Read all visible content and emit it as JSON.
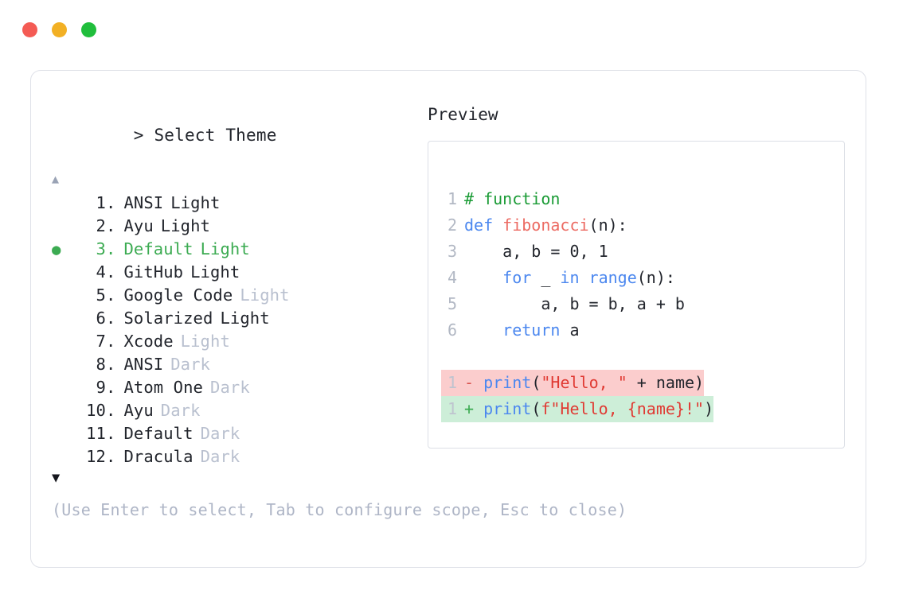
{
  "window": {
    "dots": [
      {
        "name": "close",
        "color": "#f45b54"
      },
      {
        "name": "minimize",
        "color": "#f2b024"
      },
      {
        "name": "maximize",
        "color": "#20be3c"
      }
    ]
  },
  "prompt": {
    "marker": ">",
    "title": "Select Theme"
  },
  "scroll": {
    "up": "▲",
    "down": "▼"
  },
  "selected_bullet": "●",
  "themes": [
    {
      "num": "1",
      "name": "ANSI",
      "variant": "Light",
      "variant_dim": false,
      "selected": false
    },
    {
      "num": "2",
      "name": "Ayu",
      "variant": "Light",
      "variant_dim": false,
      "selected": false
    },
    {
      "num": "3",
      "name": "Default",
      "variant": "Light",
      "variant_dim": false,
      "selected": true
    },
    {
      "num": "4",
      "name": "GitHub",
      "variant": "Light",
      "variant_dim": false,
      "selected": false
    },
    {
      "num": "5",
      "name": "Google Code",
      "variant": "Light",
      "variant_dim": true,
      "selected": false
    },
    {
      "num": "6",
      "name": "Solarized",
      "variant": "Light",
      "variant_dim": false,
      "selected": false
    },
    {
      "num": "7",
      "name": "Xcode",
      "variant": "Light",
      "variant_dim": true,
      "selected": false
    },
    {
      "num": "8",
      "name": "ANSI",
      "variant": "Dark",
      "variant_dim": true,
      "selected": false
    },
    {
      "num": "9",
      "name": "Atom One",
      "variant": "Dark",
      "variant_dim": true,
      "selected": false
    },
    {
      "num": "10",
      "name": "Ayu",
      "variant": "Dark",
      "variant_dim": true,
      "selected": false
    },
    {
      "num": "11",
      "name": "Default",
      "variant": "Dark",
      "variant_dim": true,
      "selected": false
    },
    {
      "num": "12",
      "name": "Dracula",
      "variant": "Dark",
      "variant_dim": true,
      "selected": false
    }
  ],
  "hint": "(Use Enter to select, Tab to configure scope, Esc to close)",
  "preview": {
    "label": "Preview",
    "code_lines": [
      {
        "ln": "1",
        "tokens": [
          {
            "t": "# function",
            "c": "comment"
          }
        ]
      },
      {
        "ln": "2",
        "tokens": [
          {
            "t": "def ",
            "c": "kw"
          },
          {
            "t": "fibonacci",
            "c": "fn"
          },
          {
            "t": "(n):",
            "c": "plain"
          }
        ]
      },
      {
        "ln": "3",
        "tokens": [
          {
            "t": "    a, b = 0, 1",
            "c": "plain"
          }
        ]
      },
      {
        "ln": "4",
        "tokens": [
          {
            "t": "    ",
            "c": "plain"
          },
          {
            "t": "for",
            "c": "kw"
          },
          {
            "t": " _ ",
            "c": "plain"
          },
          {
            "t": "in range",
            "c": "kw"
          },
          {
            "t": "(n):",
            "c": "plain"
          }
        ]
      },
      {
        "ln": "5",
        "tokens": [
          {
            "t": "        a, b = b, a + b",
            "c": "plain"
          }
        ]
      },
      {
        "ln": "6",
        "tokens": [
          {
            "t": "    ",
            "c": "plain"
          },
          {
            "t": "return",
            "c": "kw"
          },
          {
            "t": " a",
            "c": "plain"
          }
        ]
      }
    ],
    "diff_lines": [
      {
        "ln": "1",
        "kind": "del",
        "sign": "-",
        "tokens": [
          {
            "t": "print",
            "c": "kw"
          },
          {
            "t": "(",
            "c": "plain"
          },
          {
            "t": "\"Hello, \"",
            "c": "str"
          },
          {
            "t": " + name)",
            "c": "plain"
          }
        ]
      },
      {
        "ln": "1",
        "kind": "add",
        "sign": "+",
        "tokens": [
          {
            "t": "print",
            "c": "kw"
          },
          {
            "t": "(",
            "c": "plain"
          },
          {
            "t": "f\"Hello, {name}!\"",
            "c": "str"
          },
          {
            "t": ")",
            "c": "plain"
          }
        ]
      }
    ]
  },
  "colors": {
    "accent_green": "#3cab52",
    "dim_text": "#b9c0cf",
    "hint_text": "#aeb5c6",
    "body_text": "#22252c",
    "diff_del_bg": "#fbcdcd",
    "diff_add_bg": "#cdeed8",
    "syntax_comment": "#1a9b35",
    "syntax_keyword": "#4b87ef",
    "syntax_function": "#ec6a62",
    "syntax_string": "#e03a33"
  }
}
